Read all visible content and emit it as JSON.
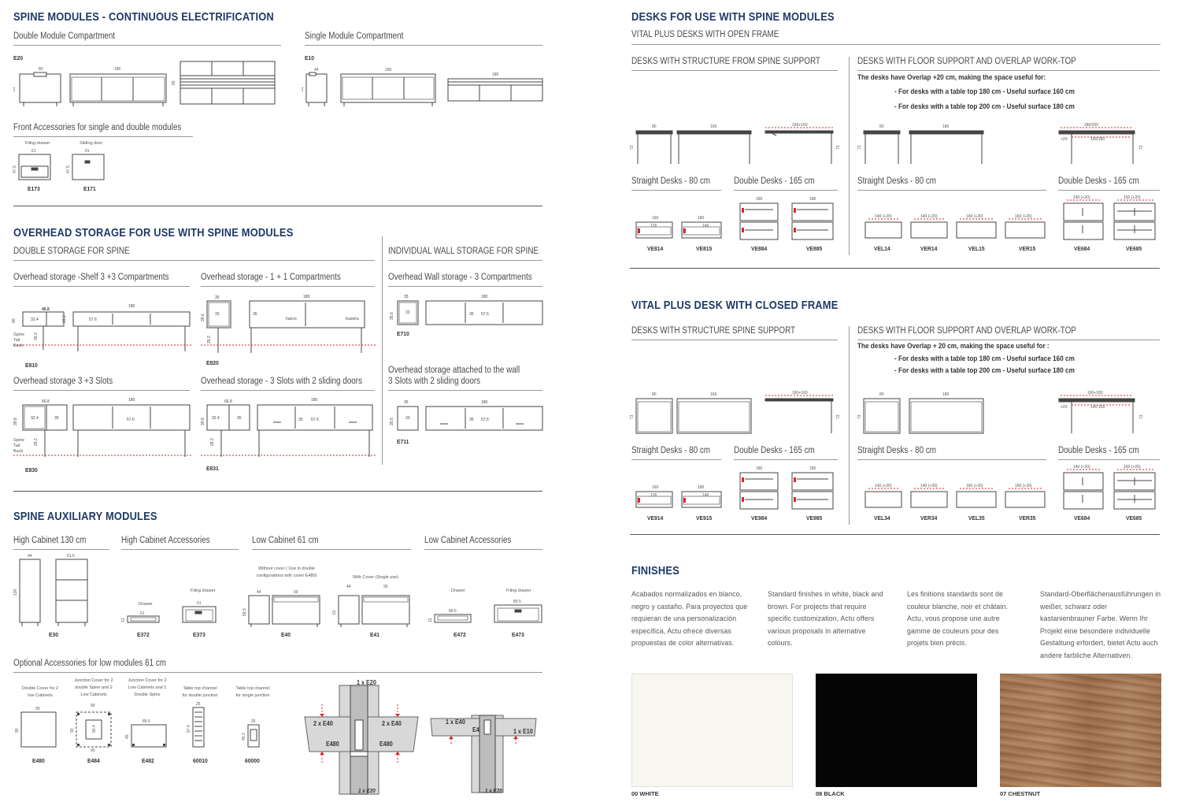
{
  "left": {
    "spine_title": "SPINE MODULES - CONTINUOUS ELECTRIFICATION",
    "double_module": "Double Module Compartment",
    "single_module": "Single Module Compartment",
    "code_e20": "E20",
    "code_e10": "E10",
    "front_acc": "Front Accessories for single and double modules",
    "filing_drawer": "Filing drawer",
    "sliding_door": "Sliding door",
    "code_e173": "E173",
    "code_e171": "E171",
    "overhead_title": "OVERHEAD STORAGE FOR USE WITH SPINE MODULES",
    "double_storage": "DOUBLE STORAGE FOR SPINE",
    "individual_wall": "INDIVIDUAL WALL STORAGE FOR SPINE",
    "oh_shelf": "Overhead storage -Shelf 3 +3 Compartments",
    "oh_11": "Overhead storage - 1 + 1 Compartments",
    "oh_wall3": "Overhead Wall storage - 3 Compartments",
    "oh_slots": "Overhead storage 3 +3 Slots",
    "oh_3slots": "Overhead storage - 3  Slots with 2 sliding doors",
    "oh_attached_1": "Overhead storage attached to the wall",
    "oh_attached_2": "3  Slots with 2 sliding  doors",
    "spine_tail": "Spine Tail Back",
    "code_e810": "E810",
    "code_e820": "E820",
    "code_e710": "E710",
    "code_e830": "E830",
    "code_e831": "E831",
    "code_e711": "E711",
    "aux_title": "SPINE AUXILIARY MODULES",
    "high_cab": "High Cabinet 130 cm",
    "high_cab_acc": "High Cabinet Accessories",
    "low_cab": "Low Cabinet 61 cm",
    "low_cab_acc": "Low Cabinet Accessories",
    "drawer": "Drawer",
    "filing_drawer2": "Filing drawer",
    "without_cover": "Without cover ( Use in double configurations with cover E480)",
    "with_cover": "With Cover (Single use)",
    "code_e30": "E30",
    "code_e372": "E372",
    "code_e373": "E373",
    "code_e40": "E40",
    "code_e41": "E41",
    "code_e472": "E472",
    "code_e473": "E473",
    "optional_acc": "Optional Accessories for low modules 61 cm",
    "acc_1": "Double Cover for 2 low Cabinets",
    "acc_2": "Junction Cover for 2 double Spine and 2 Low Cabinets",
    "acc_3": "Junction Cover for 2 Low Cabinets and 1 Double Spine",
    "acc_4": "Table top channel for double junction",
    "acc_5": "Table top channel for single junction",
    "code_e480": "E480",
    "code_e484": "E484",
    "code_e482": "E482",
    "code_60010": "60010",
    "code_60000": "60000",
    "plan_1xe20": "1 x E20",
    "plan_2xe40": "2 x E40",
    "plan_e480": "E480",
    "plan_1xe40": "1 x E40",
    "plan_1xe10": "1 x E10",
    "plan_e4": "E4"
  },
  "right": {
    "desks_title": "DESKS FOR USE WITH SPINE MODULES",
    "vital_open": "VITAL PLUS DESKS WITH OPEN FRAME",
    "struct_spine": "DESKS WITH STRUCTURE FROM SPINE SUPPORT",
    "floor_overlap": "DESKS WITH FLOOR SUPPORT AND OVERLAP WORK-TOP",
    "overlap_note_1": "The desks have Overlap +20 cm, making the space useful for:",
    "overlap_note_2": "- For desks with a table top 180 cm -  Useful surface 160 cm",
    "overlap_note_3": "- For desks with a table top 200 cm -  Useful surface 180 cm",
    "straight_80": "Straight Desks - 80 cm",
    "double_165": "Double Desks - 165 cm",
    "ve814": "VE814",
    "ve815": "VE815",
    "ve884": "VE884",
    "ve885": "VE885",
    "vel14": "VEL14",
    "ver14": "VER14",
    "vel15": "VEL15",
    "ver15": "VER15",
    "ve684a": "VE684",
    "ve685a": "VE685",
    "vital_closed": "VITAL PLUS DESK WITH CLOSED FRAME",
    "struct_spine2": "DESKS WITH STRUCTURE SPINE SUPPORT",
    "floor_overlap2": "DESKS WITH FLOOR SUPPORT AND OVERLAP WORK-TOP",
    "overlap2_note_1": "The desks have  Overlap + 20 cm, making the space useful for :",
    "overlap2_note_2": "- For desks with a table top 180 cm -  Useful surface 160 cm",
    "overlap2_note_3": "- For desks with a table top 200 cm -  Useful surface 180 cm",
    "ve914": "VE914",
    "ve915": "VE915",
    "ve984": "VE984",
    "ve985": "VE985",
    "vel34": "VEL34",
    "ver34": "VER34",
    "vel35": "VEL35",
    "ver35": "VER35",
    "ve684b": "VE684",
    "ve685b": "VE685",
    "finishes_title": "FINISHES",
    "finish_es": "Acabados normalizados en blanco, negro y castaño.  Para proyectos que requieran de una personalización específica, Actu ofrece diversas propuestas de color alternativas.",
    "finish_en": "Standard finishes in white, black and brown. For projects that require specific customization, Actu offers various proposals in alternative colours.",
    "finish_fr": "Les finitions standards sont de couleur blanche, noir et châtain. Actu, vous propose une autre gamme de couleurs pour des projets bien précis.",
    "finish_de": "Standard-Oberflächenausführungen in weißer, schwarz oder kastanienbrauner Farbe. Wenn Ihr Projekt eine besondere individuelle Gestaltung erfordert, bietet Actu auch andere farbliche Alternativen.",
    "sw_white": "00 WHITE",
    "sw_black": "08 BLACK",
    "sw_chestnut": "07 CHESTNUT"
  },
  "colors": {
    "heading": "#1f3a66",
    "white": "#f7f6f1",
    "black": "#050505",
    "chestnut": "#a77a57",
    "accent_red": "#d9252a"
  }
}
